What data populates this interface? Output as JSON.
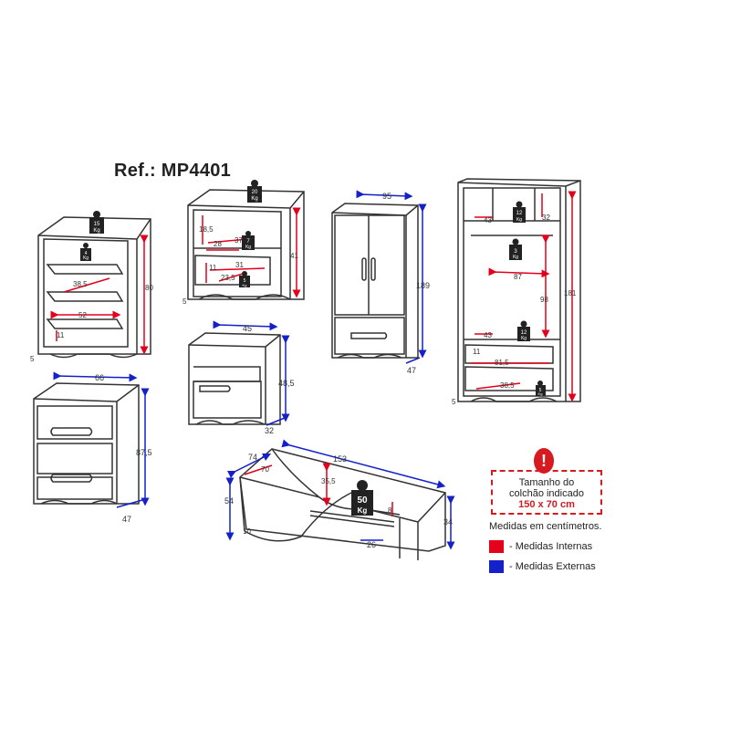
{
  "header": {
    "ref": "Ref.: MP4401"
  },
  "colors": {
    "internal": "#e4001b",
    "external": "#1420c8",
    "furniture": "#333333"
  },
  "chest_tall": {
    "top_weight": "15",
    "drawer_weight": "4",
    "height": "80",
    "drawer_width": "52",
    "drawer_depth": "38,5",
    "drawer_height": "11",
    "foot": "5",
    "unit": "Kg"
  },
  "nightstand_open": {
    "top_weight": "20",
    "shelf_weight": "7",
    "drawer_weight": "5",
    "w1": "18,5",
    "w2": "37",
    "w3": "28",
    "w4": "31",
    "w5": "11",
    "w6": "23,5",
    "height": "41",
    "foot": "5",
    "unit": "Kg"
  },
  "nightstand": {
    "width": "45",
    "height": "48,5",
    "depth": "32"
  },
  "dresser": {
    "width": "66",
    "height": "87,5",
    "depth": "47"
  },
  "wardrobe_small": {
    "width": "95",
    "height": "189",
    "depth": "47"
  },
  "wardrobe_open": {
    "w1": "43",
    "w2": "32",
    "w3": "87",
    "w4": "98",
    "w5": "81,5",
    "w6": "11",
    "w7": "38,5",
    "w8": "43",
    "height": "181",
    "foot": "5",
    "weight_top": "12",
    "weight_rail": "3",
    "weight_shelf": "12",
    "weight_drawer": "5",
    "unit": "Kg"
  },
  "bed": {
    "length": "153",
    "width": "74",
    "inner_width": "70",
    "height": "54",
    "rail": "35,5",
    "slat": "8",
    "end_height": "34",
    "inner": "26",
    "gap": "10",
    "weight": "50",
    "unit": "Kg"
  },
  "notice": {
    "line1": "Tamanho do",
    "line2": "colchão indicado",
    "size": "150 x 70 cm"
  },
  "legend": {
    "units": "Medidas em centímetros.",
    "internal": "- Medidas Internas",
    "external": "- Medidas Externas"
  }
}
